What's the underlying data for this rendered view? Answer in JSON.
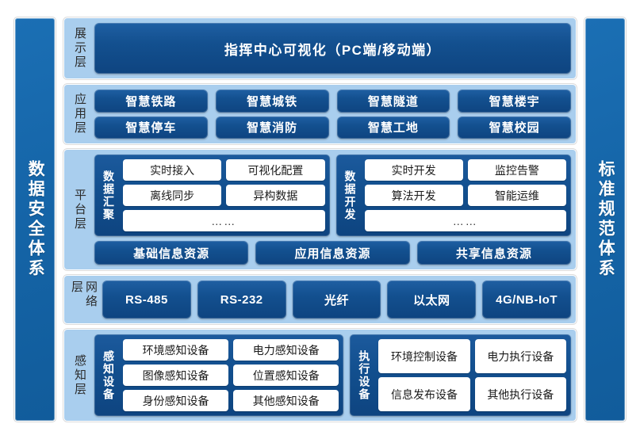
{
  "left_pillar": {
    "label": "数据安全体系"
  },
  "right_pillar": {
    "label": "标准规范体系"
  },
  "colors": {
    "pillar_blue": "#1565A8",
    "layer_bg_light_blue": "#A9CEEE",
    "pill_dark_blue": "#13508F",
    "group_box_blue": "#124F8E",
    "item_white": "#FFFFFF",
    "page_bg": "#FFFFFF",
    "layer_label_text": "#2C2C2C"
  },
  "layers": [
    {
      "key": "presentation",
      "label": "展示层",
      "banner": "指挥中心可视化（PC端/移动端）"
    },
    {
      "key": "application",
      "label": "应用层",
      "items": [
        "智慧铁路",
        "智慧城铁",
        "智慧隧道",
        "智慧楼宇",
        "智慧停车",
        "智慧消防",
        "智慧工地",
        "智慧校园"
      ]
    },
    {
      "key": "platform",
      "label": "平台层",
      "groups": [
        {
          "title": "数据汇聚",
          "rows": [
            [
              "实时接入",
              "可视化配置"
            ],
            [
              "离线同步",
              "异构数据"
            ],
            [
              "……"
            ]
          ]
        },
        {
          "title": "数据开发",
          "rows": [
            [
              "实时开发",
              "监控告警"
            ],
            [
              "算法开发",
              "智能运维"
            ],
            [
              "……"
            ]
          ]
        }
      ],
      "resources": [
        "基础信息资源",
        "应用信息资源",
        "共享信息资源"
      ]
    },
    {
      "key": "network",
      "label": "网络层",
      "items": [
        "RS-485",
        "RS-232",
        "光纤",
        "以太网",
        "4G/NB-IoT"
      ]
    },
    {
      "key": "perception",
      "label": "感知层",
      "groups": [
        {
          "title": "感知设备",
          "rows": [
            [
              "环境感知设备",
              "电力感知设备"
            ],
            [
              "图像感知设备",
              "位置感知设备"
            ],
            [
              "身份感知设备",
              "其他感知设备"
            ]
          ]
        },
        {
          "title": "执行设备",
          "rows": [
            [
              "环境控制设备",
              "电力执行设备"
            ],
            [
              "信息发布设备",
              "其他执行设备"
            ]
          ]
        }
      ]
    }
  ]
}
